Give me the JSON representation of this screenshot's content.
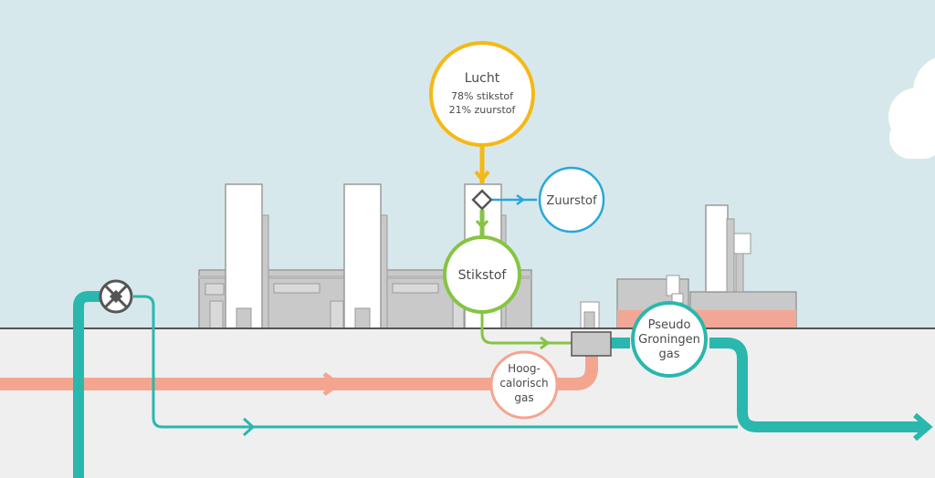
{
  "colors": {
    "sky": "#d7e8ec",
    "ground": "#efefef",
    "building": "#c9c9c9",
    "building_dark": "#9a9a9a",
    "tower": "#ffffff",
    "air_yellow": "#f5b815",
    "nitrogen_green": "#86c443",
    "oxygen_blue": "#28a7dc",
    "teal": "#2ab7ad",
    "high_cal_salmon": "#f4a590",
    "roof_pink": "#f2a796",
    "outline": "#555555"
  },
  "nodes": {
    "air": {
      "title": "Lucht",
      "line1": "78% stikstof",
      "line2": "21% zuurstof"
    },
    "oxygen": {
      "label": "Zuurstof"
    },
    "nitrogen": {
      "label": "Stikstof"
    },
    "pseudo": {
      "line1": "Pseudo",
      "line2": "Groningen",
      "line3": "gas"
    },
    "high_cal": {
      "line1": "Hoog-",
      "line2": "calorisch",
      "line3": "gas"
    }
  },
  "icons": [
    "valve-icon",
    "mixing-valve-icon",
    "flow-arrow-icon",
    "cloud-icon"
  ]
}
